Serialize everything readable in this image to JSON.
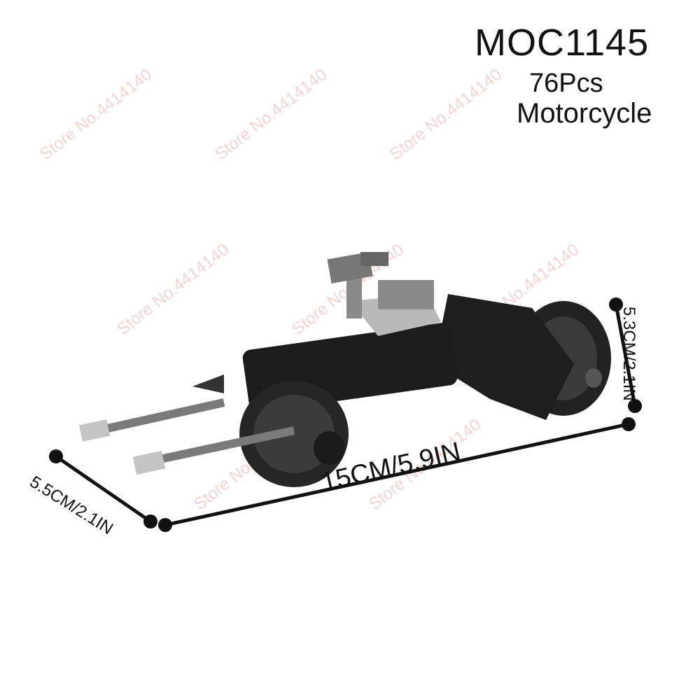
{
  "product": {
    "model": "MOC1145",
    "pieces": "76Pcs",
    "kind": "Motorcycle"
  },
  "dimensions": {
    "length": "15CM/5.9IN",
    "width": "5.5CM/2.1IN",
    "height": "5.3CM/2.1IN"
  },
  "watermark": {
    "text": "Store No.4414140"
  },
  "colors": {
    "body_black": "#1c1c1c",
    "tire": "#2a2a2a",
    "grey": "#8a8a8a",
    "light_grey": "#c4c4c4",
    "watermark": "#f2c9c9"
  }
}
